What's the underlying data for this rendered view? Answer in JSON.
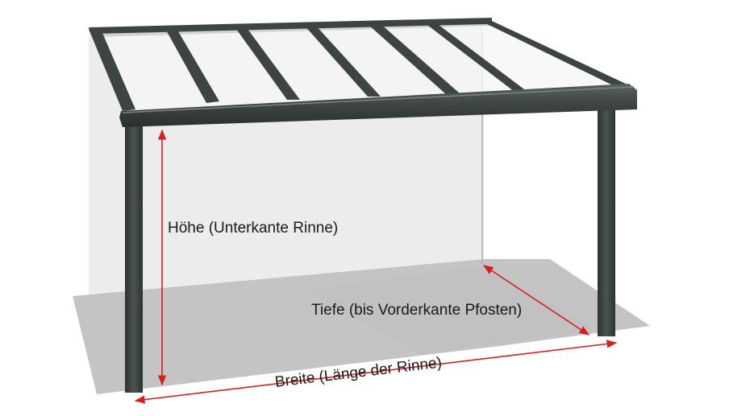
{
  "colors": {
    "frame": "#3d4443",
    "frame_light": "#5c6463",
    "frame_dark": "#2a302f",
    "wall": "#ececec",
    "floor": "#c7c7c7",
    "floor_shadow": "#b5b5b5",
    "dimension_line": "#d62020",
    "glass": "#f3f3f3"
  },
  "labels": {
    "height": "Höhe (Unterkante Rinne)",
    "depth": "Tiefe (bis Vorderkante Pfosten)",
    "width": "Breite (Länge der Rinne)"
  }
}
